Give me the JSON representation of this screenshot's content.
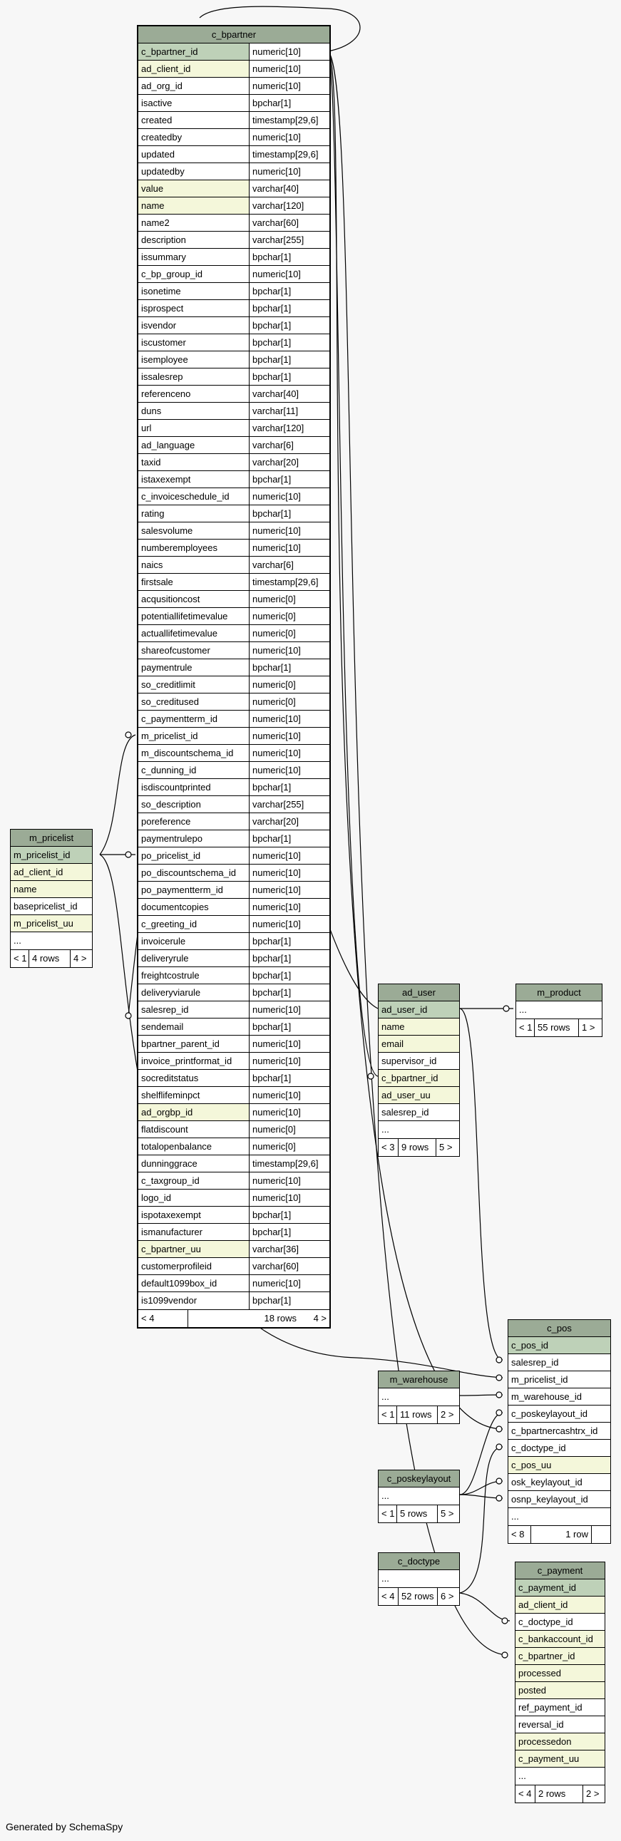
{
  "footer_text": "Generated by SchemaSpy",
  "c_bpartner": {
    "name": "c_bpartner",
    "columns": [
      {
        "name": "c_bpartner_id",
        "type": "numeric[10]",
        "kind": "pk"
      },
      {
        "name": "ad_client_id",
        "type": "numeric[10]",
        "kind": "fk"
      },
      {
        "name": "ad_org_id",
        "type": "numeric[10]",
        "kind": ""
      },
      {
        "name": "isactive",
        "type": "bpchar[1]",
        "kind": ""
      },
      {
        "name": "created",
        "type": "timestamp[29,6]",
        "kind": ""
      },
      {
        "name": "createdby",
        "type": "numeric[10]",
        "kind": ""
      },
      {
        "name": "updated",
        "type": "timestamp[29,6]",
        "kind": ""
      },
      {
        "name": "updatedby",
        "type": "numeric[10]",
        "kind": ""
      },
      {
        "name": "value",
        "type": "varchar[40]",
        "kind": "fk"
      },
      {
        "name": "name",
        "type": "varchar[120]",
        "kind": "fk"
      },
      {
        "name": "name2",
        "type": "varchar[60]",
        "kind": ""
      },
      {
        "name": "description",
        "type": "varchar[255]",
        "kind": ""
      },
      {
        "name": "issummary",
        "type": "bpchar[1]",
        "kind": ""
      },
      {
        "name": "c_bp_group_id",
        "type": "numeric[10]",
        "kind": ""
      },
      {
        "name": "isonetime",
        "type": "bpchar[1]",
        "kind": ""
      },
      {
        "name": "isprospect",
        "type": "bpchar[1]",
        "kind": ""
      },
      {
        "name": "isvendor",
        "type": "bpchar[1]",
        "kind": ""
      },
      {
        "name": "iscustomer",
        "type": "bpchar[1]",
        "kind": ""
      },
      {
        "name": "isemployee",
        "type": "bpchar[1]",
        "kind": ""
      },
      {
        "name": "issalesrep",
        "type": "bpchar[1]",
        "kind": ""
      },
      {
        "name": "referenceno",
        "type": "varchar[40]",
        "kind": ""
      },
      {
        "name": "duns",
        "type": "varchar[11]",
        "kind": ""
      },
      {
        "name": "url",
        "type": "varchar[120]",
        "kind": ""
      },
      {
        "name": "ad_language",
        "type": "varchar[6]",
        "kind": ""
      },
      {
        "name": "taxid",
        "type": "varchar[20]",
        "kind": ""
      },
      {
        "name": "istaxexempt",
        "type": "bpchar[1]",
        "kind": ""
      },
      {
        "name": "c_invoiceschedule_id",
        "type": "numeric[10]",
        "kind": ""
      },
      {
        "name": "rating",
        "type": "bpchar[1]",
        "kind": ""
      },
      {
        "name": "salesvolume",
        "type": "numeric[10]",
        "kind": ""
      },
      {
        "name": "numberemployees",
        "type": "numeric[10]",
        "kind": ""
      },
      {
        "name": "naics",
        "type": "varchar[6]",
        "kind": ""
      },
      {
        "name": "firstsale",
        "type": "timestamp[29,6]",
        "kind": ""
      },
      {
        "name": "acqusitioncost",
        "type": "numeric[0]",
        "kind": ""
      },
      {
        "name": "potentiallifetimevalue",
        "type": "numeric[0]",
        "kind": ""
      },
      {
        "name": "actuallifetimevalue",
        "type": "numeric[0]",
        "kind": ""
      },
      {
        "name": "shareofcustomer",
        "type": "numeric[10]",
        "kind": ""
      },
      {
        "name": "paymentrule",
        "type": "bpchar[1]",
        "kind": ""
      },
      {
        "name": "so_creditlimit",
        "type": "numeric[0]",
        "kind": ""
      },
      {
        "name": "so_creditused",
        "type": "numeric[0]",
        "kind": ""
      },
      {
        "name": "c_paymentterm_id",
        "type": "numeric[10]",
        "kind": ""
      },
      {
        "name": "m_pricelist_id",
        "type": "numeric[10]",
        "kind": ""
      },
      {
        "name": "m_discountschema_id",
        "type": "numeric[10]",
        "kind": ""
      },
      {
        "name": "c_dunning_id",
        "type": "numeric[10]",
        "kind": ""
      },
      {
        "name": "isdiscountprinted",
        "type": "bpchar[1]",
        "kind": ""
      },
      {
        "name": "so_description",
        "type": "varchar[255]",
        "kind": ""
      },
      {
        "name": "poreference",
        "type": "varchar[20]",
        "kind": ""
      },
      {
        "name": "paymentrulepo",
        "type": "bpchar[1]",
        "kind": ""
      },
      {
        "name": "po_pricelist_id",
        "type": "numeric[10]",
        "kind": ""
      },
      {
        "name": "po_discountschema_id",
        "type": "numeric[10]",
        "kind": ""
      },
      {
        "name": "po_paymentterm_id",
        "type": "numeric[10]",
        "kind": ""
      },
      {
        "name": "documentcopies",
        "type": "numeric[10]",
        "kind": ""
      },
      {
        "name": "c_greeting_id",
        "type": "numeric[10]",
        "kind": ""
      },
      {
        "name": "invoicerule",
        "type": "bpchar[1]",
        "kind": ""
      },
      {
        "name": "deliveryrule",
        "type": "bpchar[1]",
        "kind": ""
      },
      {
        "name": "freightcostrule",
        "type": "bpchar[1]",
        "kind": ""
      },
      {
        "name": "deliveryviarule",
        "type": "bpchar[1]",
        "kind": ""
      },
      {
        "name": "salesrep_id",
        "type": "numeric[10]",
        "kind": ""
      },
      {
        "name": "sendemail",
        "type": "bpchar[1]",
        "kind": ""
      },
      {
        "name": "bpartner_parent_id",
        "type": "numeric[10]",
        "kind": ""
      },
      {
        "name": "invoice_printformat_id",
        "type": "numeric[10]",
        "kind": ""
      },
      {
        "name": "socreditstatus",
        "type": "bpchar[1]",
        "kind": ""
      },
      {
        "name": "shelflifeminpct",
        "type": "numeric[10]",
        "kind": ""
      },
      {
        "name": "ad_orgbp_id",
        "type": "numeric[10]",
        "kind": "fk"
      },
      {
        "name": "flatdiscount",
        "type": "numeric[0]",
        "kind": ""
      },
      {
        "name": "totalopenbalance",
        "type": "numeric[0]",
        "kind": ""
      },
      {
        "name": "dunninggrace",
        "type": "timestamp[29,6]",
        "kind": ""
      },
      {
        "name": "c_taxgroup_id",
        "type": "numeric[10]",
        "kind": ""
      },
      {
        "name": "logo_id",
        "type": "numeric[10]",
        "kind": ""
      },
      {
        "name": "ispotaxexempt",
        "type": "bpchar[1]",
        "kind": ""
      },
      {
        "name": "ismanufacturer",
        "type": "bpchar[1]",
        "kind": ""
      },
      {
        "name": "c_bpartner_uu",
        "type": "varchar[36]",
        "kind": "fk"
      },
      {
        "name": "customerprofileid",
        "type": "varchar[60]",
        "kind": ""
      },
      {
        "name": "default1099box_id",
        "type": "numeric[10]",
        "kind": ""
      },
      {
        "name": "is1099vendor",
        "type": "bpchar[1]",
        "kind": ""
      }
    ],
    "footer": [
      "< 4",
      "18 rows",
      "4 >"
    ]
  },
  "m_pricelist": {
    "name": "m_pricelist",
    "columns": [
      {
        "name": "m_pricelist_id",
        "kind": "pk"
      },
      {
        "name": "ad_client_id",
        "kind": "fk"
      },
      {
        "name": "name",
        "kind": "fk"
      },
      {
        "name": "basepricelist_id",
        "kind": ""
      },
      {
        "name": "m_pricelist_uu",
        "kind": "fk"
      },
      {
        "name": "...",
        "kind": ""
      }
    ],
    "footer": [
      "< 1",
      "4 rows",
      "4 >"
    ]
  },
  "ad_user": {
    "name": "ad_user",
    "columns": [
      {
        "name": "ad_user_id",
        "kind": "pk"
      },
      {
        "name": "name",
        "kind": "fk"
      },
      {
        "name": "email",
        "kind": "fk"
      },
      {
        "name": "supervisor_id",
        "kind": ""
      },
      {
        "name": "c_bpartner_id",
        "kind": "fk"
      },
      {
        "name": "ad_user_uu",
        "kind": "fk"
      },
      {
        "name": "salesrep_id",
        "kind": ""
      },
      {
        "name": "...",
        "kind": ""
      }
    ],
    "footer": [
      "< 3",
      "9 rows",
      "5 >"
    ]
  },
  "m_product": {
    "name": "m_product",
    "columns": [
      {
        "name": "...",
        "kind": ""
      }
    ],
    "footer": [
      "< 1",
      "55 rows",
      "1 >"
    ]
  },
  "c_pos": {
    "name": "c_pos",
    "columns": [
      {
        "name": "c_pos_id",
        "kind": "pk"
      },
      {
        "name": "salesrep_id",
        "kind": ""
      },
      {
        "name": "m_pricelist_id",
        "kind": ""
      },
      {
        "name": "m_warehouse_id",
        "kind": ""
      },
      {
        "name": "c_poskeylayout_id",
        "kind": ""
      },
      {
        "name": "c_bpartnercashtrx_id",
        "kind": ""
      },
      {
        "name": "c_doctype_id",
        "kind": ""
      },
      {
        "name": "c_pos_uu",
        "kind": "fk"
      },
      {
        "name": "osk_keylayout_id",
        "kind": ""
      },
      {
        "name": "osnp_keylayout_id",
        "kind": ""
      },
      {
        "name": "...",
        "kind": ""
      }
    ],
    "footer": [
      "< 8",
      "1 row",
      ""
    ]
  },
  "m_warehouse": {
    "name": "m_warehouse",
    "columns": [
      {
        "name": "...",
        "kind": ""
      }
    ],
    "footer": [
      "< 1",
      "11 rows",
      "2 >"
    ]
  },
  "c_poskeylayout": {
    "name": "c_poskeylayout",
    "columns": [
      {
        "name": "...",
        "kind": ""
      }
    ],
    "footer": [
      "< 1",
      "5 rows",
      "5 >"
    ]
  },
  "c_doctype": {
    "name": "c_doctype",
    "columns": [
      {
        "name": "...",
        "kind": ""
      }
    ],
    "footer": [
      "< 4",
      "52 rows",
      "6 >"
    ]
  },
  "c_payment": {
    "name": "c_payment",
    "columns": [
      {
        "name": "c_payment_id",
        "kind": "pk"
      },
      {
        "name": "ad_client_id",
        "kind": "fk"
      },
      {
        "name": "c_doctype_id",
        "kind": ""
      },
      {
        "name": "c_bankaccount_id",
        "kind": "fk"
      },
      {
        "name": "c_bpartner_id",
        "kind": "fk"
      },
      {
        "name": "processed",
        "kind": "fk"
      },
      {
        "name": "posted",
        "kind": "fk"
      },
      {
        "name": "ref_payment_id",
        "kind": ""
      },
      {
        "name": "reversal_id",
        "kind": ""
      },
      {
        "name": "processedon",
        "kind": "fk"
      },
      {
        "name": "c_payment_uu",
        "kind": "fk"
      },
      {
        "name": "...",
        "kind": ""
      }
    ],
    "footer": [
      "< 4",
      "2 rows",
      "2 >"
    ]
  }
}
